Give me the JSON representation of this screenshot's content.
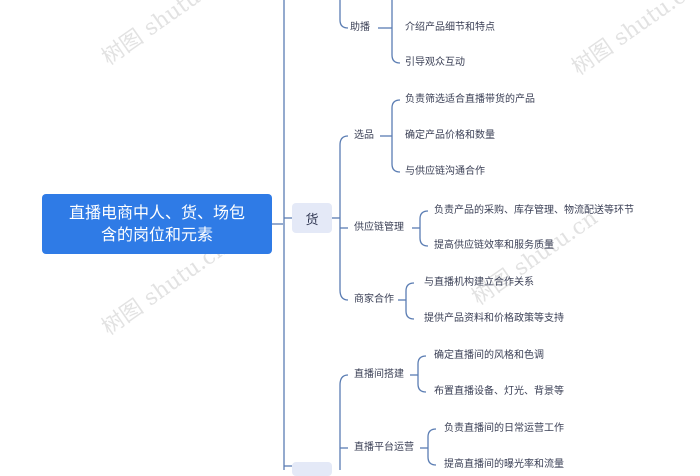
{
  "root": {
    "line1": "直播电商中人、货、场包",
    "line2": "含的岗位和元素"
  },
  "branches": {
    "huo": {
      "label": "货",
      "children": [
        {
          "label": "选品",
          "items": [
            "负责筛选适合直播带货的产品",
            "确定产品价格和数量",
            "与供应链沟通合作"
          ]
        },
        {
          "label": "供应链管理",
          "items": [
            "负责产品的采购、库存管理、物流配送等环节",
            "提高供应链效率和服务质量"
          ]
        },
        {
          "label": "商家合作",
          "items": [
            "与直播机构建立合作关系",
            "提供产品资料和价格政策等支持"
          ]
        }
      ]
    },
    "ren_partial": {
      "children": [
        {
          "label": "助播",
          "items": [
            "介绍产品细节和特点",
            "引导观众互动"
          ]
        }
      ]
    },
    "chang_partial": {
      "children": [
        {
          "label": "直播间搭建",
          "items": [
            "确定直播间的风格和色调",
            "布置直播设备、灯光、背景等"
          ]
        },
        {
          "label": "直播平台运营",
          "items": [
            "负责直播间的日常运营工作",
            "提高直播间的曝光率和流量"
          ]
        }
      ]
    }
  },
  "watermark": {
    "text": "树图 shutu.cn"
  },
  "colors": {
    "root_bg": "#2f7be6",
    "branch_bg": "#e4e9f7",
    "line": "#5a7bb0",
    "text": "#3a3f55"
  }
}
